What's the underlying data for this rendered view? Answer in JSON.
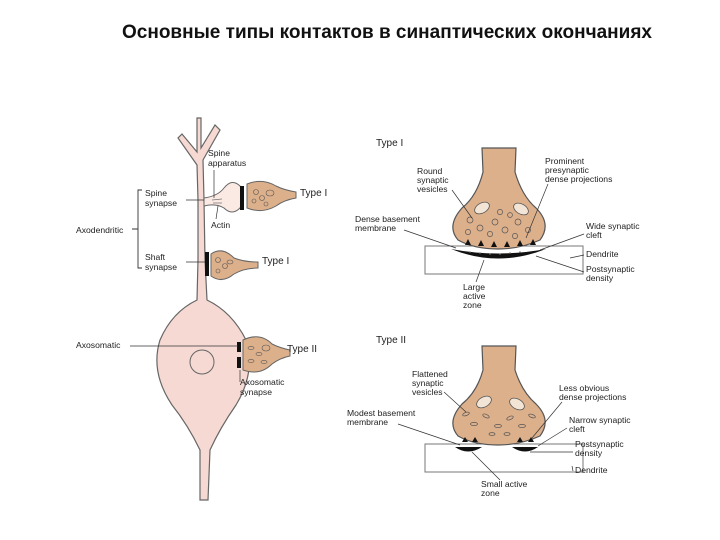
{
  "title": "Основные типы контактов в синаптических окончаниях",
  "neuron": {
    "axodendritic": "Axodendritic",
    "axosomatic": "Axosomatic",
    "spine_apparatus": [
      "Spine",
      "apparatus"
    ],
    "spine_synapse": [
      "Spine",
      "synapse"
    ],
    "actin": "Actin",
    "shaft_synapse": [
      "Shaft",
      "synapse"
    ],
    "axosomatic_synapse": [
      "Axosomatic",
      "synapse"
    ],
    "type_spine": "Type I",
    "type_shaft": "Type I",
    "type_soma": "Type II"
  },
  "type1": {
    "heading": "Type I",
    "round_vesicles": [
      "Round",
      "synaptic",
      "vesicles"
    ],
    "dense_basement": [
      "Dense basement",
      "membrane"
    ],
    "large_active_zone": [
      "Large",
      "active",
      "zone"
    ],
    "prominent_projections": [
      "Prominent",
      "presynaptic",
      "dense projections"
    ],
    "wide_cleft": [
      "Wide synaptic",
      "cleft"
    ],
    "dendrite": "Dendrite",
    "postsynaptic_density": [
      "Postsynaptic",
      "density"
    ]
  },
  "type2": {
    "heading": "Type II",
    "flattened_vesicles": [
      "Flattened",
      "synaptic",
      "vesicles"
    ],
    "modest_basement": [
      "Modest basement",
      "membrane"
    ],
    "small_active_zone": [
      "Small active",
      "zone"
    ],
    "less_obvious": [
      "Less obvious",
      "dense projections"
    ],
    "narrow_cleft": [
      "Narrow synaptic",
      "cleft"
    ],
    "postsynaptic_density": [
      "Postsynaptic",
      "density"
    ],
    "dendrite": "Dendrite"
  },
  "colors": {
    "cell_fill": "#f5d9d2",
    "terminal_fill": "#ddb08c",
    "outline": "#555555",
    "dark": "#111111"
  }
}
